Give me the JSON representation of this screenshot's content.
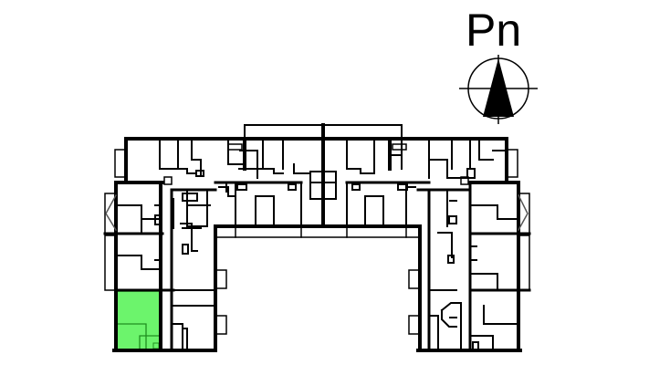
{
  "compass": {
    "label": "Pn",
    "direction": "north"
  },
  "floor_plan": {
    "highlight_color": "#6cf46c",
    "highlight_stroke": "#1f8f1f",
    "wall_color": "#000000",
    "selected_unit": {
      "position": "bottom-left of west wing",
      "state": "highlighted"
    }
  }
}
